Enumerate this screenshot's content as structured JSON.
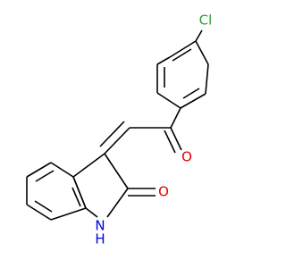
{
  "atom_labels": {
    "chlorine": "Cl",
    "ketone_oxygen": "O",
    "lactam_oxygen": "O",
    "amine_nitrogen": "N",
    "amine_hydrogen": "H"
  },
  "colors": {
    "bond": "#000000",
    "chlorine": "#2ca02c",
    "oxygen": "#e00000",
    "nitrogen": "#0000e0",
    "background": "#ffffff"
  }
}
